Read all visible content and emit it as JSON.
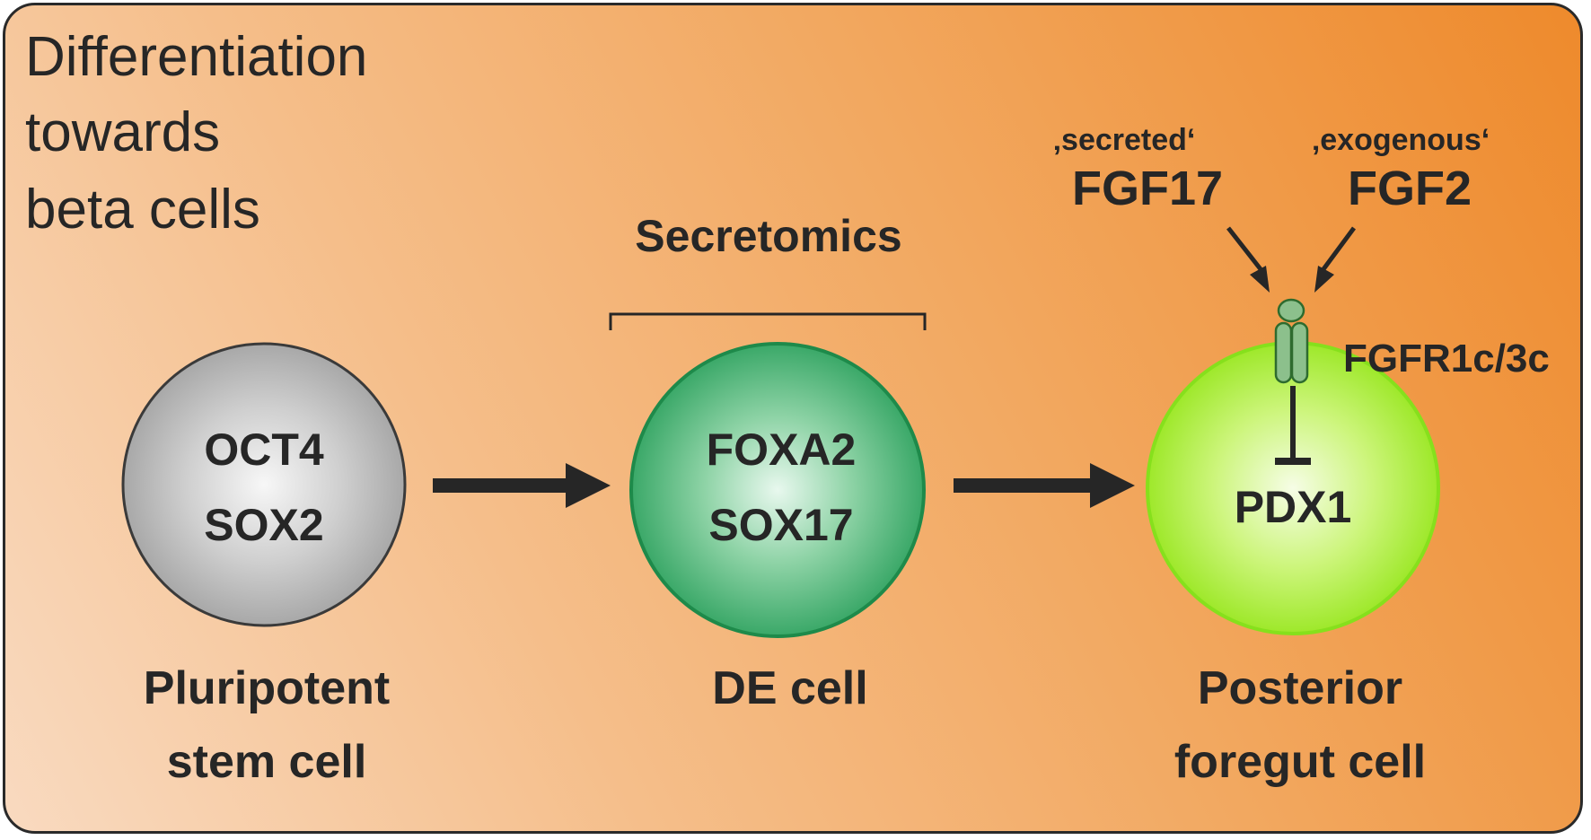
{
  "title_lines": [
    "Differentiation",
    "towards",
    "beta cells"
  ],
  "bracket_label": "Secretomics",
  "cells": [
    {
      "markers": [
        "OCT4",
        "SOX2"
      ],
      "label_lines": [
        "Pluripotent",
        "stem cell"
      ]
    },
    {
      "markers": [
        "FOXA2",
        "SOX17"
      ],
      "label_lines": [
        "DE cell"
      ]
    },
    {
      "markers": [
        "PDX1"
      ],
      "label_lines": [
        "Posterior",
        "foregut cell"
      ]
    }
  ],
  "ligands": [
    {
      "qualifier": "‚secreted‘",
      "name": "FGF17"
    },
    {
      "qualifier": "‚exogenous‘",
      "name": "FGF2"
    }
  ],
  "receptor_label": "FGFR1c/3c",
  "colors": {
    "panel_start": "#f9dac0",
    "panel_end": "#ee8a2c",
    "stem_cell": "#a8a8a8",
    "de_cell": "#3aa868",
    "foregut_cell": "#9ee82a",
    "receptor": "#8cc08c",
    "text": "#262626"
  }
}
